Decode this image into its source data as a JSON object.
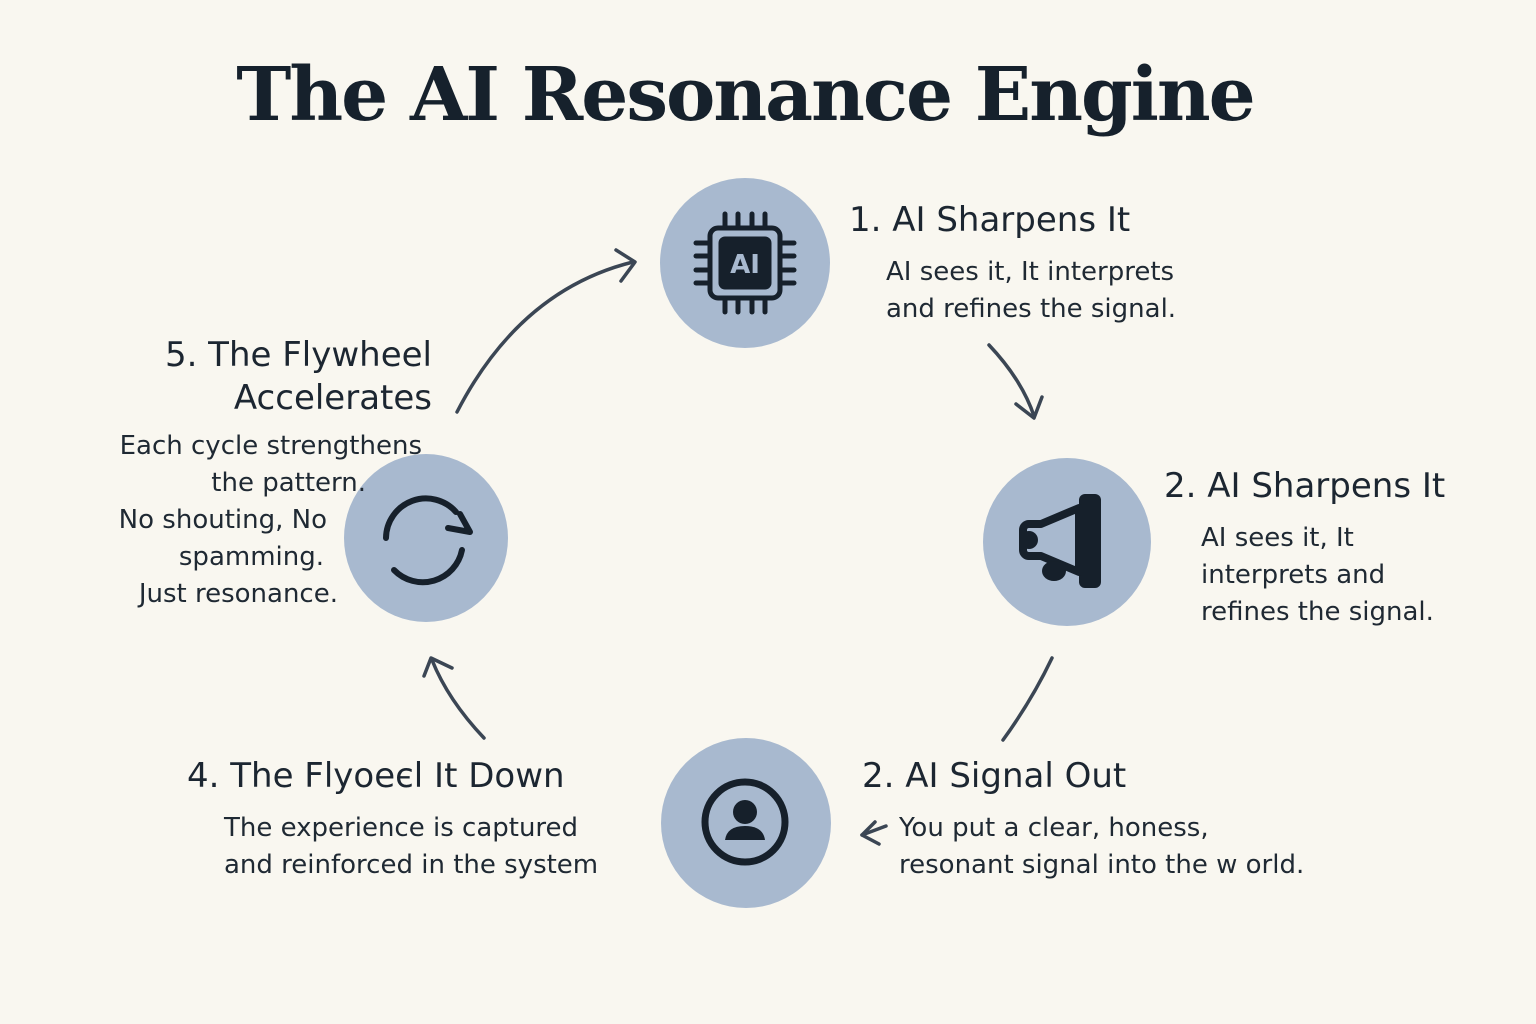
{
  "title": "The AI Resonance Engine",
  "steps": [
    {
      "title": "1. AI Sharpens It",
      "description_lines": [
        "AI sees it, It interprets",
        "and refines the signal."
      ],
      "icon": "ai-chip-icon",
      "icon_text": "AI"
    },
    {
      "title": "2. AI Sharpens It",
      "description_lines": [
        "AI sees it, It",
        "interprets and",
        "refines the signal."
      ],
      "icon": "megaphone-icon"
    },
    {
      "title": "2. AI Signal Out",
      "description_lines": [
        "You put a clear, honess,",
        "resonant signal into the w orld."
      ],
      "icon": "user-icon"
    },
    {
      "title": "4. The Flyоeєl It Down",
      "description_lines": [
        "The experience is captured",
        "and reinforced in the system"
      ]
    },
    {
      "title_lines": [
        "5. The Flywheel",
        "Accelerates"
      ],
      "description_lines": [
        "Each cycle strengthens",
        "the pattern.",
        "No shouting, No",
        "spamming.",
        "Just resonance."
      ],
      "icon": "cycle-arrows-icon"
    }
  ],
  "colors": {
    "background": "#f9f7f0",
    "node_fill": "#a8b9cf",
    "ink": "#1a2430",
    "arrow": "#3b4654"
  }
}
